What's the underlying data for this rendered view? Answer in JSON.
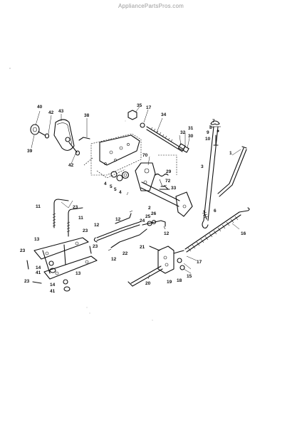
{
  "watermark": "AppliancePartsPros.com",
  "callouts": {
    "c1": "1",
    "c2": "2",
    "c3": "3",
    "c4a": "4",
    "c4b": "4",
    "c5a": "5",
    "c5b": "5",
    "c6": "6",
    "c7": "7",
    "c8": "8",
    "c9": "9",
    "c10": "10",
    "c11a": "11",
    "c11b": "11",
    "c12a": "12",
    "c12b": "12",
    "c12c": "12",
    "c12d": "12",
    "c13a": "13",
    "c13b": "13",
    "c14a": "14",
    "c14b": "14",
    "c15": "15",
    "c16": "16",
    "c17a": "17",
    "c17b": "17",
    "c18": "18",
    "c19": "19",
    "c20": "20",
    "c21": "21",
    "c22": "22",
    "c23a": "23",
    "c23b": "23",
    "c23c": "23",
    "c23d": "23",
    "c23e": "23",
    "c24": "24",
    "c25": "25",
    "c26": "26",
    "c29": "29",
    "c30": "30",
    "c31": "31",
    "c32": "32",
    "c33": "33",
    "c34": "34",
    "c35": "35",
    "c38": "38",
    "c39": "39",
    "c40": "40",
    "c41a": "41",
    "c41b": "41",
    "c42a": "42",
    "c42b": "42",
    "c43": "43",
    "c70": "70",
    "c72": "72"
  }
}
